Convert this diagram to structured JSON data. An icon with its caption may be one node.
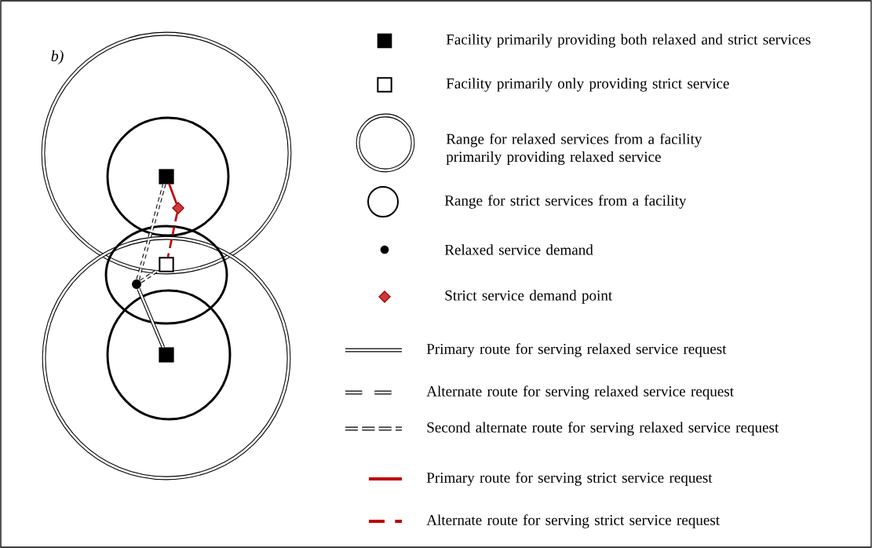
{
  "diagram": {
    "nodes": [
      {
        "text": [],
        "shape": "box"
      },
      {
        "text": [],
        "shape": "diamond"
      },
      {
        "text": [],
        "shape": "box"
      },
      {
        "text": [],
        "shape": "circle"
      },
      {
        "text": [],
        "shape": "box"
      }
    ],
    "edges": [
      {
        "from": 1,
        "to": 0,
        "arrow": "none",
        "color": "#c00000"
      },
      {
        "from": 1,
        "to": 2,
        "arrow": "none",
        "style": "dashed",
        "color": "#c00000"
      },
      {
        "from": 3,
        "to": 0,
        "arrow": "none",
        "style": "dashed"
      },
      {
        "from": 3,
        "to": 2,
        "arrow": "none",
        "style": "dashed"
      },
      {
        "from": 3,
        "to": 4,
        "arrow": "none"
      }
    ],
    "labels": [
      "b)"
    ],
    "legend": [
      {
        "text": "Facility primarily providing both relaxed and strict services"
      },
      {
        "text": "Facility primarily only providing strict service"
      },
      {
        "text": "Range for relaxed services from a facility primarily providing relaxed service"
      },
      {
        "text": "Range for strict services from a facility"
      },
      {
        "text": "Relaxed service demand"
      },
      {
        "text": "Strict service demand point"
      },
      {
        "text": "Primary route for serving relaxed service request"
      },
      {
        "text": "Alternate route for serving relaxed service request"
      },
      {
        "text": "Second alternate route for serving relaxed service request"
      },
      {
        "text": "Primary route for serving strict service request"
      },
      {
        "text": "Alternate route for serving strict service request"
      }
    ]
  }
}
